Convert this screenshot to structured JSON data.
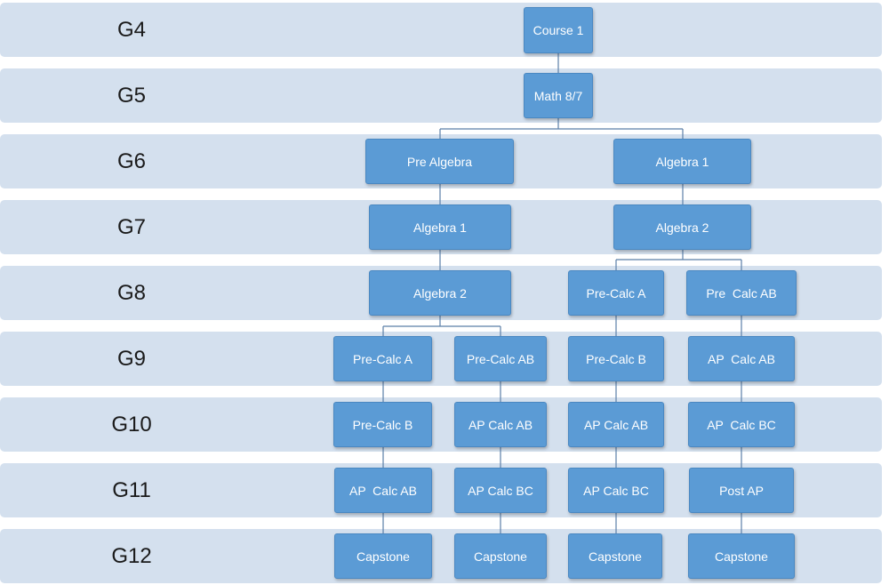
{
  "grades": [
    "G4",
    "G5",
    "G6",
    "G7",
    "G8",
    "G9",
    "G10",
    "G11",
    "G12"
  ],
  "courses": {
    "course_1": "Course 1",
    "math_8_7": "Math 8/7",
    "pre_algebra": "Pre Algebra",
    "g6_algebra_1": "Algebra 1",
    "g7_algebra_1": "Algebra 1",
    "g7_algebra_2": "Algebra 2",
    "g8_algebra_2": "Algebra 2",
    "g8_pre_calc_a": "Pre-Calc A",
    "g8_pre_calc_ab": "Pre  Calc AB",
    "g9_pre_calc_a": "Pre-Calc A",
    "g9_pre_calc_ab": "Pre-Calc AB",
    "g9_pre_calc_b": "Pre-Calc B",
    "g9_ap_calc_ab": "AP  Calc AB",
    "g10_pre_calc_b": "Pre-Calc B",
    "g10_ap_calc_ab_1": "AP Calc AB",
    "g10_ap_calc_ab_2": "AP Calc AB",
    "g10_ap_calc_bc": "AP  Calc BC",
    "g11_ap_calc_ab": "AP  Calc AB",
    "g11_ap_calc_bc_1": "AP Calc BC",
    "g11_ap_calc_bc_2": "AP Calc BC",
    "g11_post_ap": "Post AP",
    "g12_capstone_1": "Capstone",
    "g12_capstone_2": "Capstone",
    "g12_capstone_3": "Capstone",
    "g12_capstone_4": "Capstone"
  },
  "colors": {
    "band": "#d4e0ee",
    "node": "#5b9bd5",
    "connector": "#5b7fa8"
  }
}
